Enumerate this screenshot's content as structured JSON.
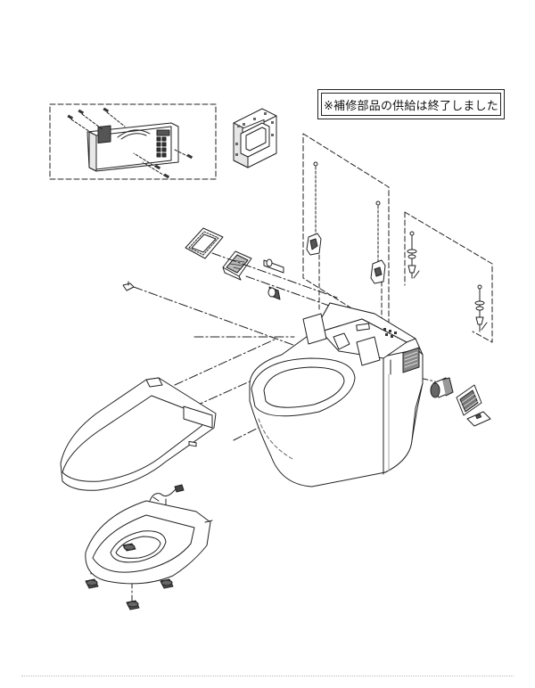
{
  "diagram": {
    "notice_text": "※補修部品の供給は終了しました",
    "colors": {
      "line": "#222222",
      "fill": "#ffffff",
      "shade": "#cfcfcf",
      "dark": "#555555"
    },
    "parts": [
      {
        "name": "remote-control-with-wall-bracket"
      },
      {
        "name": "wall-plate"
      },
      {
        "name": "anchor-bolt-set-left"
      },
      {
        "name": "anchor-bolt-set-right"
      },
      {
        "name": "flush-valve-gasket"
      },
      {
        "name": "valve-cover"
      },
      {
        "name": "inlet-connector"
      },
      {
        "name": "toilet-bowl-body"
      },
      {
        "name": "seat-lid"
      },
      {
        "name": "toilet-seat-with-cable"
      },
      {
        "name": "seat-cushion-pads"
      },
      {
        "name": "filter-and-vent-parts"
      }
    ]
  }
}
